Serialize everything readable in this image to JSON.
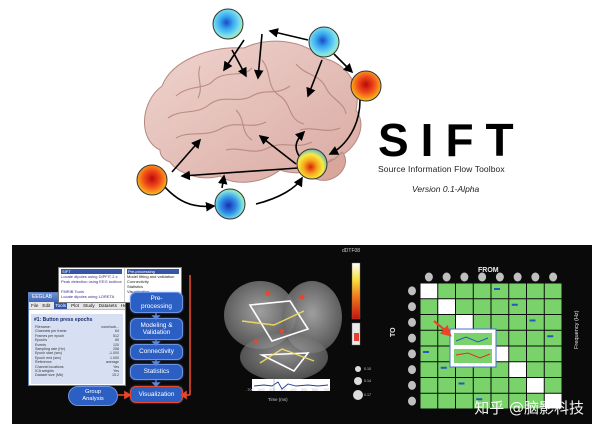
{
  "logo": {
    "title": "SIFT",
    "subtitle": "Source Information Flow Toolbox",
    "version": "Version 0.1-Alpha"
  },
  "eeglab": {
    "window_title": "EEGLAB",
    "menus": [
      "File",
      "Edit",
      "Tools",
      "Plot",
      "Study",
      "Datasets",
      "Help"
    ],
    "active_menu": "Tools",
    "dataset_title": "#1: Button press epochs",
    "info_rows": [
      [
        "Filename:",
        "none/sub..."
      ],
      [
        "Channels per frame",
        "64"
      ],
      [
        "Frames per epoch",
        "512"
      ],
      [
        "Epochs",
        "60"
      ],
      [
        "Events",
        "120"
      ],
      [
        "Sampling rate (Hz)",
        "256"
      ],
      [
        "Epoch start (sec)",
        "-1.000"
      ],
      [
        "Epoch end (sec)",
        "1.000"
      ],
      [
        "Reference",
        "average"
      ],
      [
        "Channel locations",
        "Yes"
      ],
      [
        "ICA weights",
        "Yes"
      ],
      [
        "Dataset size (Mb)",
        "15.2"
      ]
    ]
  },
  "sift_menu": {
    "left_items": [
      "SIFT",
      "Locate dipoles using DIPFIT 2.x",
      "Peak detection using EEG toolbox",
      "",
      "FMRIB Tools",
      "Locate dipoles using LORETA"
    ],
    "right_items": [
      "Pre-processing",
      "Model fitting and validation",
      "Connectivity",
      "Statistics",
      "Visualization"
    ]
  },
  "pipeline": {
    "preprocessing": "Pre-\nprocessing",
    "modeling": "Modeling &\nValidation",
    "connectivity": "Connectivity",
    "statistics": "Statistics",
    "visualization": "Visualization",
    "group_analysis": "Group\nAnalysis"
  },
  "middle": {
    "measure_label": "dDTF08",
    "time_label": "Time (ms)",
    "time_ticks": [
      "-700",
      "-500",
      "-300",
      "-100",
      "100",
      "300",
      "500",
      "700"
    ],
    "legend_labels": [
      "0.10",
      "0.14",
      "0.17"
    ]
  },
  "matrix": {
    "from_label": "FROM",
    "to_label": "TO",
    "freq_label": "Frequency (Hz)",
    "rows": 8,
    "cols": 8
  },
  "watermark": "知乎 @脑影科技",
  "colors": {
    "button_blue": "#2c5fc4",
    "matrix_green": "#79d36a",
    "arrow_red": "#e8462b",
    "panel_bg": "#0a0a0a"
  }
}
